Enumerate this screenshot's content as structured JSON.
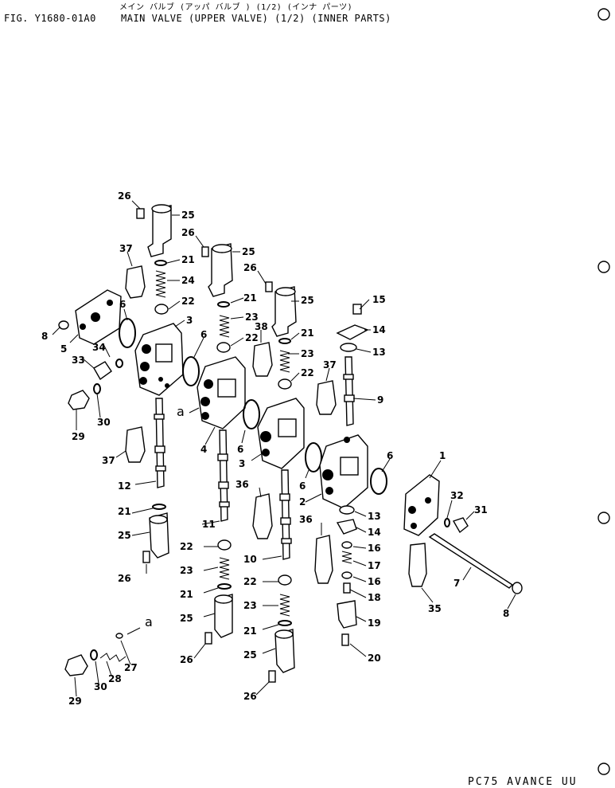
{
  "header": {
    "japanese_title": "メイン バルブ (アッパ バルブ ) (1/2) (インナ パーツ)",
    "figure_id": "FIG. Y1680-01A0",
    "title": "MAIN VALVE (UPPER VALVE) (1/2) (INNER PARTS)"
  },
  "footer": {
    "model": "PC75 AVANCE UU"
  },
  "callouts": [
    {
      "id": "c1",
      "label": "26"
    },
    {
      "id": "c2",
      "label": "25"
    },
    {
      "id": "c3",
      "label": "26"
    },
    {
      "id": "c4",
      "label": "25"
    },
    {
      "id": "c5",
      "label": "37"
    },
    {
      "id": "c6",
      "label": "21"
    },
    {
      "id": "c7",
      "label": "24"
    },
    {
      "id": "c8",
      "label": "26"
    },
    {
      "id": "c9",
      "label": "25"
    },
    {
      "id": "c10",
      "label": "22"
    },
    {
      "id": "c11",
      "label": "21"
    },
    {
      "id": "c12",
      "label": "6"
    },
    {
      "id": "c13",
      "label": "3"
    },
    {
      "id": "c14",
      "label": "23"
    },
    {
      "id": "c15",
      "label": "8"
    },
    {
      "id": "c16",
      "label": "5"
    },
    {
      "id": "c17",
      "label": "34"
    },
    {
      "id": "c18",
      "label": "6"
    },
    {
      "id": "c19",
      "label": "22"
    },
    {
      "id": "c20",
      "label": "38"
    },
    {
      "id": "c21",
      "label": "21"
    },
    {
      "id": "c22",
      "label": "15"
    },
    {
      "id": "c23",
      "label": "14"
    },
    {
      "id": "c24",
      "label": "13"
    },
    {
      "id": "c25",
      "label": "33"
    },
    {
      "id": "c26",
      "label": "23"
    },
    {
      "id": "c27",
      "label": "22"
    },
    {
      "id": "c28",
      "label": "37"
    },
    {
      "id": "c29",
      "label": "9"
    },
    {
      "id": "c30",
      "label": "29"
    },
    {
      "id": "c31",
      "label": "30"
    },
    {
      "id": "c32",
      "label": "a"
    },
    {
      "id": "c33",
      "label": "4"
    },
    {
      "id": "c34",
      "label": "37"
    },
    {
      "id": "c35",
      "label": "6"
    },
    {
      "id": "c36",
      "label": "3"
    },
    {
      "id": "c37",
      "label": "6"
    },
    {
      "id": "c38",
      "label": "1"
    },
    {
      "id": "c39",
      "label": "12"
    },
    {
      "id": "c40",
      "label": "36"
    },
    {
      "id": "c41",
      "label": "6"
    },
    {
      "id": "c42",
      "label": "32"
    },
    {
      "id": "c43",
      "label": "2"
    },
    {
      "id": "c44",
      "label": "31"
    },
    {
      "id": "c45",
      "label": "21"
    },
    {
      "id": "c46",
      "label": "13"
    },
    {
      "id": "c47",
      "label": "36"
    },
    {
      "id": "c48",
      "label": "14"
    },
    {
      "id": "c49",
      "label": "25"
    },
    {
      "id": "c50",
      "label": "11"
    },
    {
      "id": "c51",
      "label": "16"
    },
    {
      "id": "c52",
      "label": "22"
    },
    {
      "id": "c53",
      "label": "10"
    },
    {
      "id": "c54",
      "label": "17"
    },
    {
      "id": "c55",
      "label": "7"
    },
    {
      "id": "c56",
      "label": "26"
    },
    {
      "id": "c57",
      "label": "23"
    },
    {
      "id": "c58",
      "label": "22"
    },
    {
      "id": "c59",
      "label": "16"
    },
    {
      "id": "c60",
      "label": "35"
    },
    {
      "id": "c61",
      "label": "21"
    },
    {
      "id": "c62",
      "label": "18"
    },
    {
      "id": "c63",
      "label": "8"
    },
    {
      "id": "c64",
      "label": "23"
    },
    {
      "id": "c65",
      "label": "25"
    },
    {
      "id": "c66",
      "label": "19"
    },
    {
      "id": "c67",
      "label": "a"
    },
    {
      "id": "c68",
      "label": "21"
    },
    {
      "id": "c69",
      "label": "26"
    },
    {
      "id": "c70",
      "label": "27"
    },
    {
      "id": "c71",
      "label": "25"
    },
    {
      "id": "c72",
      "label": "20"
    },
    {
      "id": "c73",
      "label": "28"
    },
    {
      "id": "c74",
      "label": "29"
    },
    {
      "id": "c75",
      "label": "30"
    },
    {
      "id": "c76",
      "label": "26"
    }
  ]
}
